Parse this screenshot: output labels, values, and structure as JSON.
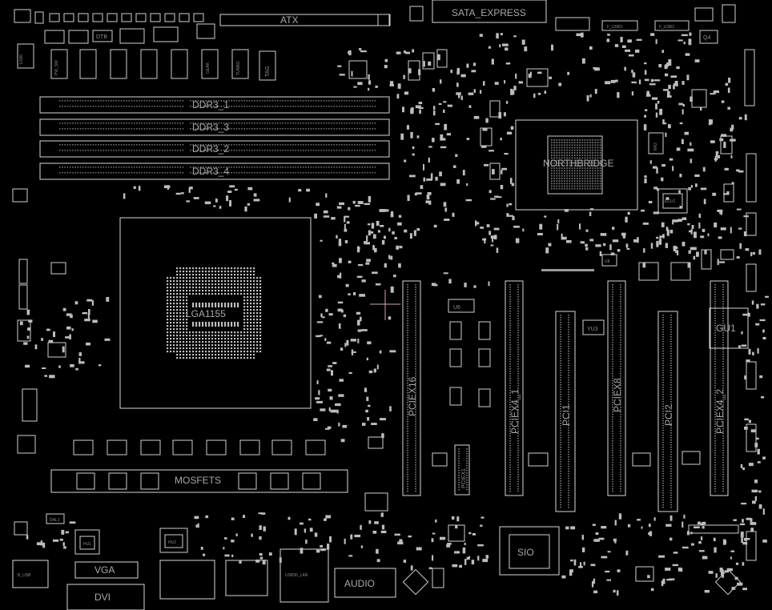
{
  "labels": {
    "atx": "ATX",
    "sata_express": "SATA_EXPRESS",
    "dtb": "DTB",
    "u180": "U180",
    "pw_sw": "PW_SW",
    "gear": "GEAR",
    "turbo": "TURBO",
    "tag": "TAG",
    "ddr_slots": [
      "DDR3_1",
      "DDR3_3",
      "DDR3_2",
      "DDR3_4"
    ],
    "northbridge": "NORTHBRIDGE",
    "pciex16": "PCIEX16",
    "pciex4_1": "PCIEX4_1",
    "pci1": "PCI1",
    "pciex8": "PCIEX8",
    "pci2": "PCI2",
    "pciex4_2": "PCIEX4_2",
    "pciex1": "PCIEX1",
    "u6": "U6",
    "yu3": "YU3",
    "gu1": "GU1",
    "q4": "Q4",
    "f_usb3": "F_USB3",
    "f_usb2": "F_USB2",
    "u8": "U8",
    "mosfets": "MOSFETS",
    "sio": "SIO",
    "vga": "VGA",
    "dvi": "DVI",
    "audio": "AUDIO",
    "hu1": "HU1",
    "hu2": "HU2",
    "usb": "B_USB",
    "usb_lan": "USB30_LAN",
    "dal1": "DAL1",
    "cpu": "LGA1155",
    "ecu": "ECU1",
    "nx2": "NX2"
  }
}
